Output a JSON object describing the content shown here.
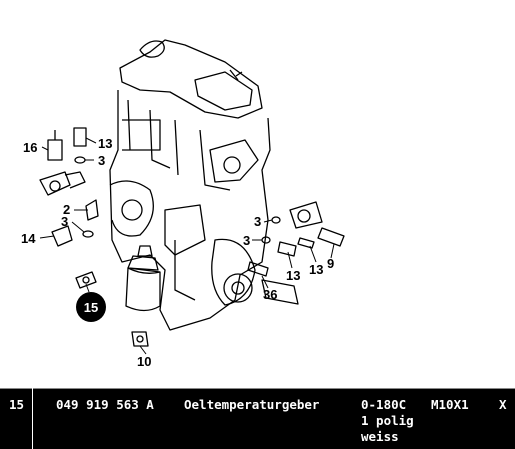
{
  "diagram": {
    "callouts": {
      "c16": "16",
      "c13a": "13",
      "c3a": "3",
      "c2": "2",
      "c3b": "3",
      "c14": "14",
      "c3c": "3",
      "c3d": "3",
      "c13b": "13",
      "c13c": "13",
      "c9": "9",
      "c36": "36",
      "c10": "10"
    },
    "highlighted_callout": "15",
    "highlight_color": "#000000"
  },
  "parts_row": {
    "position": "15",
    "part_number": "049 919 563 A",
    "description": "Oeltemperaturgeber",
    "spec_line1": "0-180C",
    "spec_line2": "1 polig",
    "spec_line3": "weiss",
    "thread": "M10X1",
    "mark": "X"
  }
}
